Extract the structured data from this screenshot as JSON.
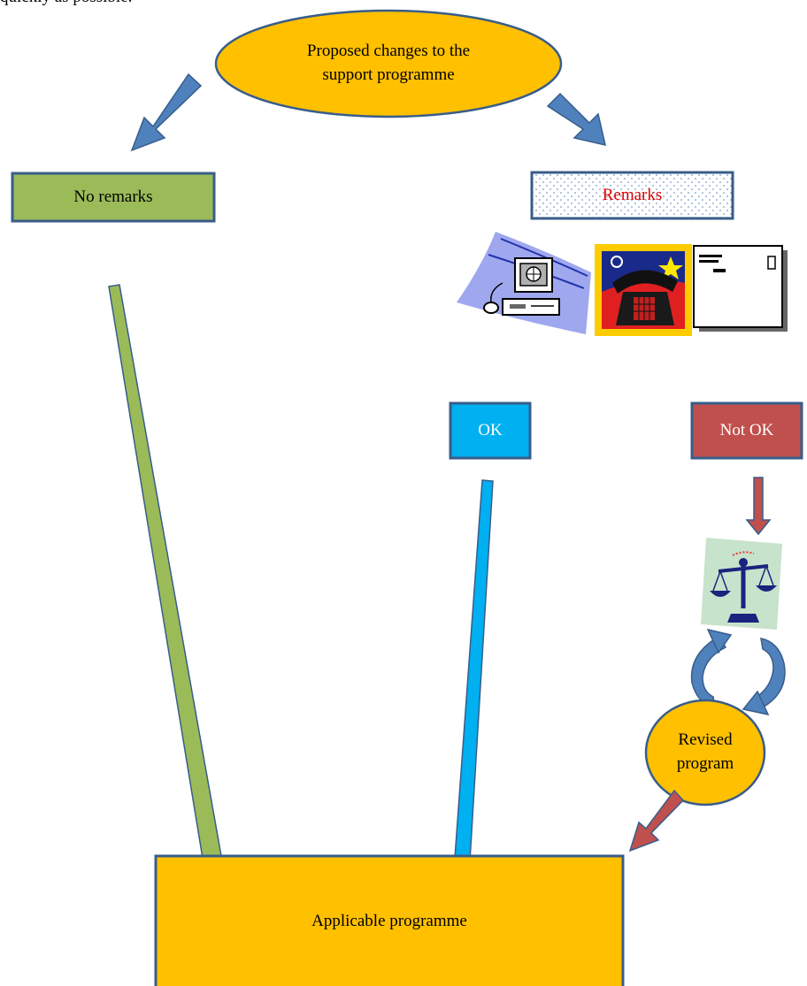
{
  "top_partial_text": "quickly as possible.",
  "nodes": {
    "proposed_changes": {
      "line1": "Proposed changes to the",
      "line2": "support programme",
      "fill": "#ffc000"
    },
    "no_remarks": {
      "label": "No remarks",
      "fill": "#9bbb59"
    },
    "remarks": {
      "label": "Remarks",
      "text_color": "#e00000"
    },
    "ok": {
      "label": "OK",
      "fill": "#00b0f0"
    },
    "not_ok": {
      "label": "Not OK",
      "fill": "#c0504d"
    },
    "revised_program": {
      "line1": "Revised",
      "line2": "program",
      "fill": "#ffc000"
    },
    "applicable_programme": {
      "label": "Applicable programme",
      "fill": "#ffc000"
    }
  },
  "icons": [
    "computer-icon",
    "telephone-icon",
    "envelope-icon",
    "scales-icon",
    "cycle-arrows-icon"
  ],
  "colors": {
    "outline": "#385d8a",
    "arrow_blue": "#4f81bd",
    "arrow_green": "#9bbb59",
    "arrow_cyan": "#00b0f0",
    "arrow_red": "#c0504d"
  }
}
